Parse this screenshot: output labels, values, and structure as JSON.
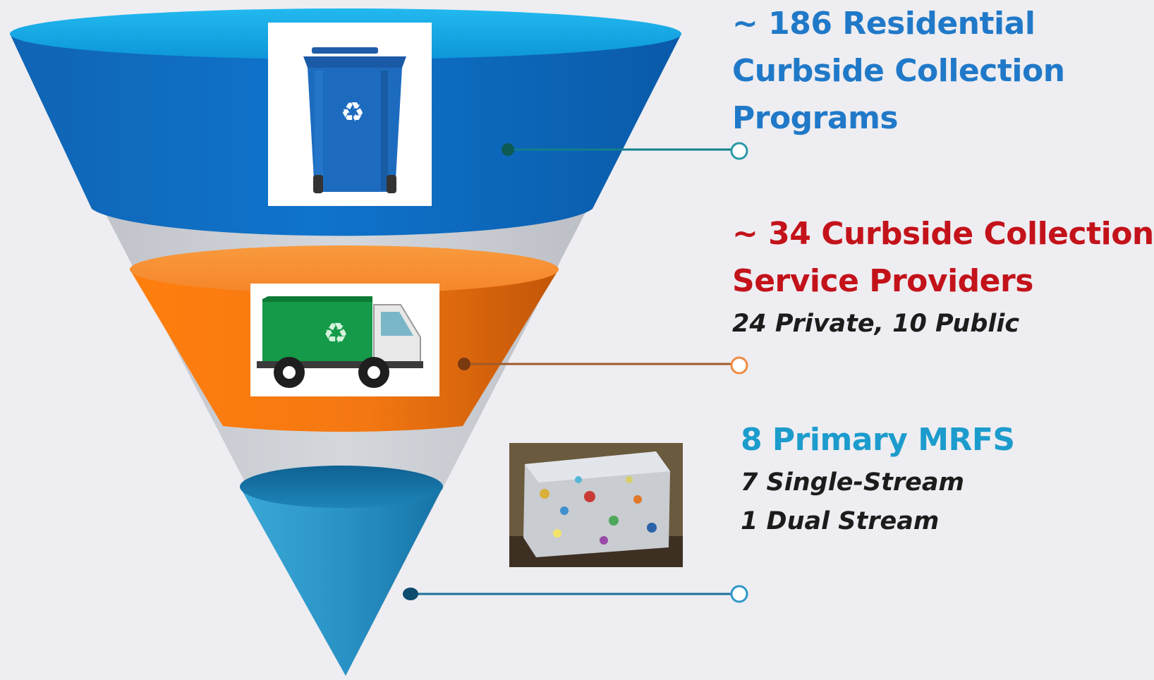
{
  "stages": [
    {
      "title_lines": [
        "~ 186 Residential",
        "Curbside Collection",
        "Programs"
      ],
      "subtitle_lines": [],
      "title_color": "#2079c8",
      "band_color": "#0d72c8",
      "rim_color": "#19aee8",
      "connector_color": "#11808a",
      "image_icon": "recycling-bin-icon"
    },
    {
      "title_lines": [
        "~ 34 Curbside Collection",
        "Service Providers"
      ],
      "subtitle_lines": [
        "24 Private, 10 Public"
      ],
      "title_color": "#c3121a",
      "band_color": "#f07414",
      "rim_color": "#f7932f",
      "connector_color": "#a05a2a",
      "image_icon": "recycling-truck-icon"
    },
    {
      "title_lines": [
        "8 Primary MRFS"
      ],
      "subtitle_lines": [
        "7 Single-Stream",
        "1 Dual Stream"
      ],
      "title_color": "#1c9ccc",
      "band_color": "#2a93c2",
      "rim_color": "#156f9d",
      "connector_color": "#1a6f9a",
      "image_icon": "recycled-bale-photo"
    }
  ]
}
